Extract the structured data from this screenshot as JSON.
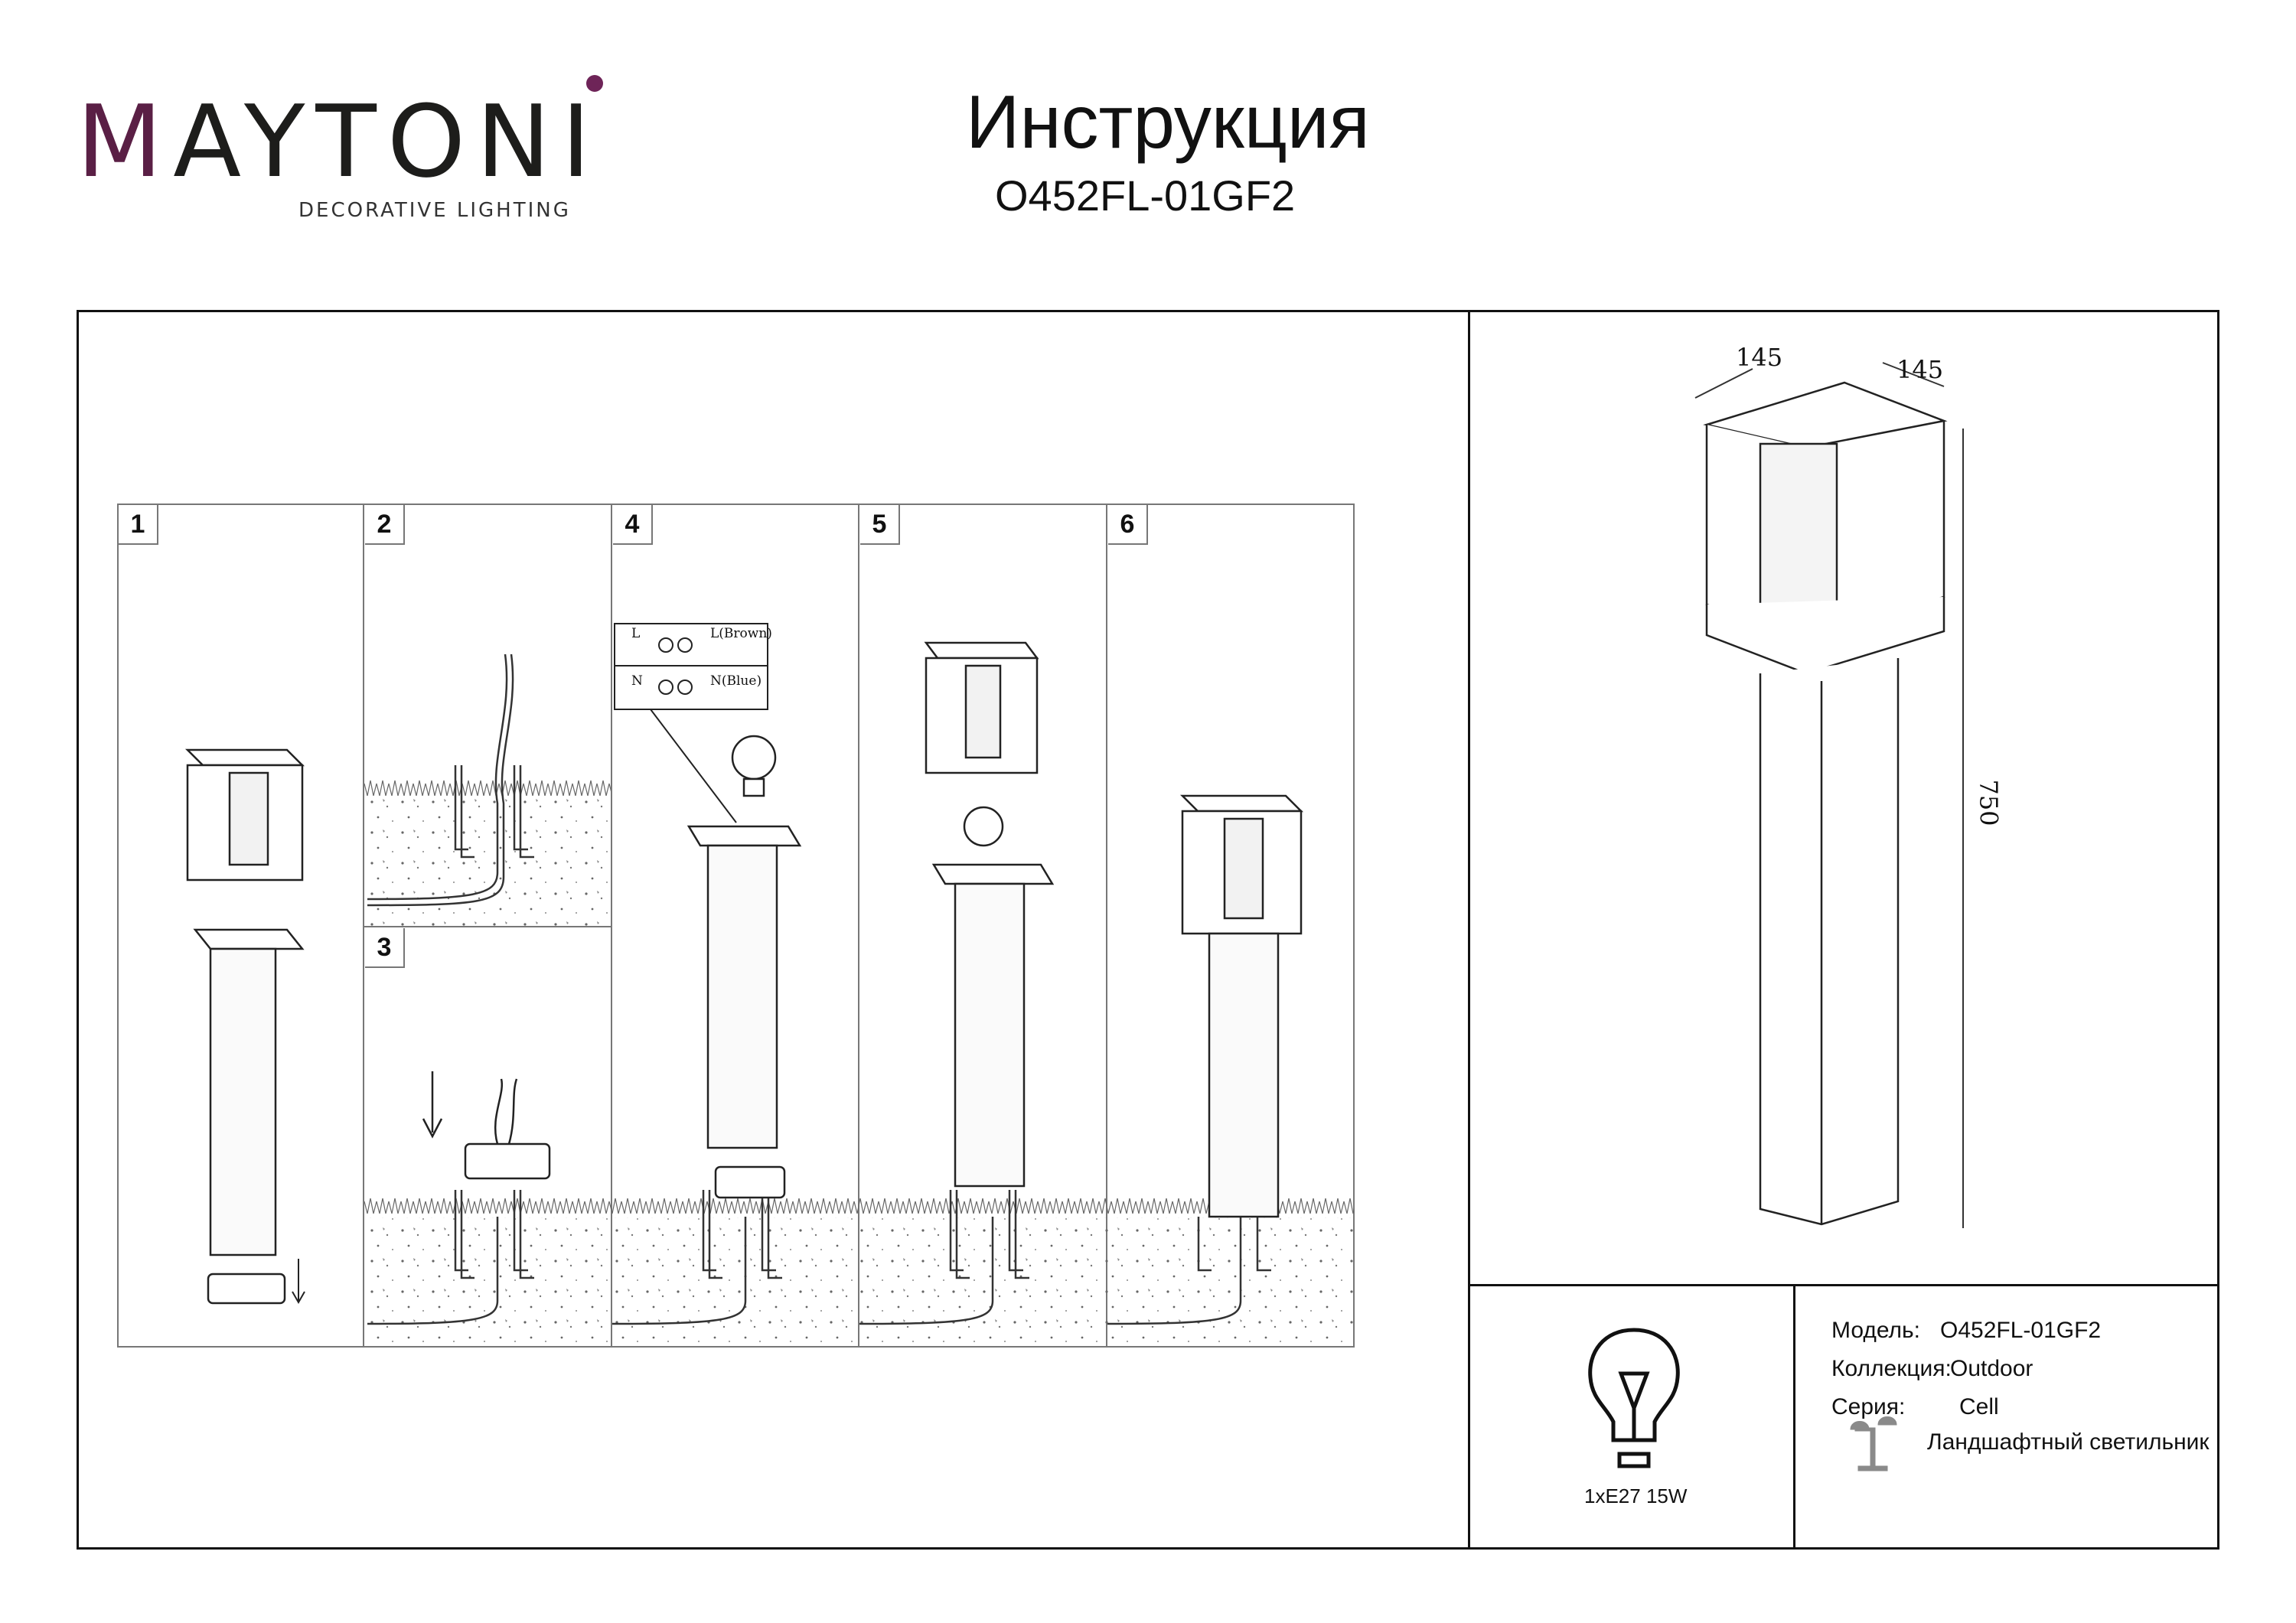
{
  "brand": {
    "name": "MAYTONI",
    "tagline": "DECORATIVE LIGHTING"
  },
  "header": {
    "title": "Инструкция",
    "model_code": "O452FL-01GF2"
  },
  "steps": [
    {
      "number": "1"
    },
    {
      "number": "2"
    },
    {
      "number": "3"
    },
    {
      "number": "4",
      "wiring": {
        "l_label": "L",
        "n_label": "N",
        "l_wire": "L(Brown)",
        "n_wire": "N(Blue)"
      }
    },
    {
      "number": "5"
    },
    {
      "number": "6"
    }
  ],
  "dimensions": {
    "width": "145",
    "depth": "145",
    "height": "750"
  },
  "bulb": {
    "spec": "1xE27 15W"
  },
  "info": {
    "model_label": "Модель:",
    "model_value": "O452FL-01GF2",
    "collection_label": "Коллекция:",
    "collection_value": "Outdoor",
    "series_label": "Серия:",
    "series_value": "Cell",
    "type_value": "Ландшафтный светильник"
  }
}
